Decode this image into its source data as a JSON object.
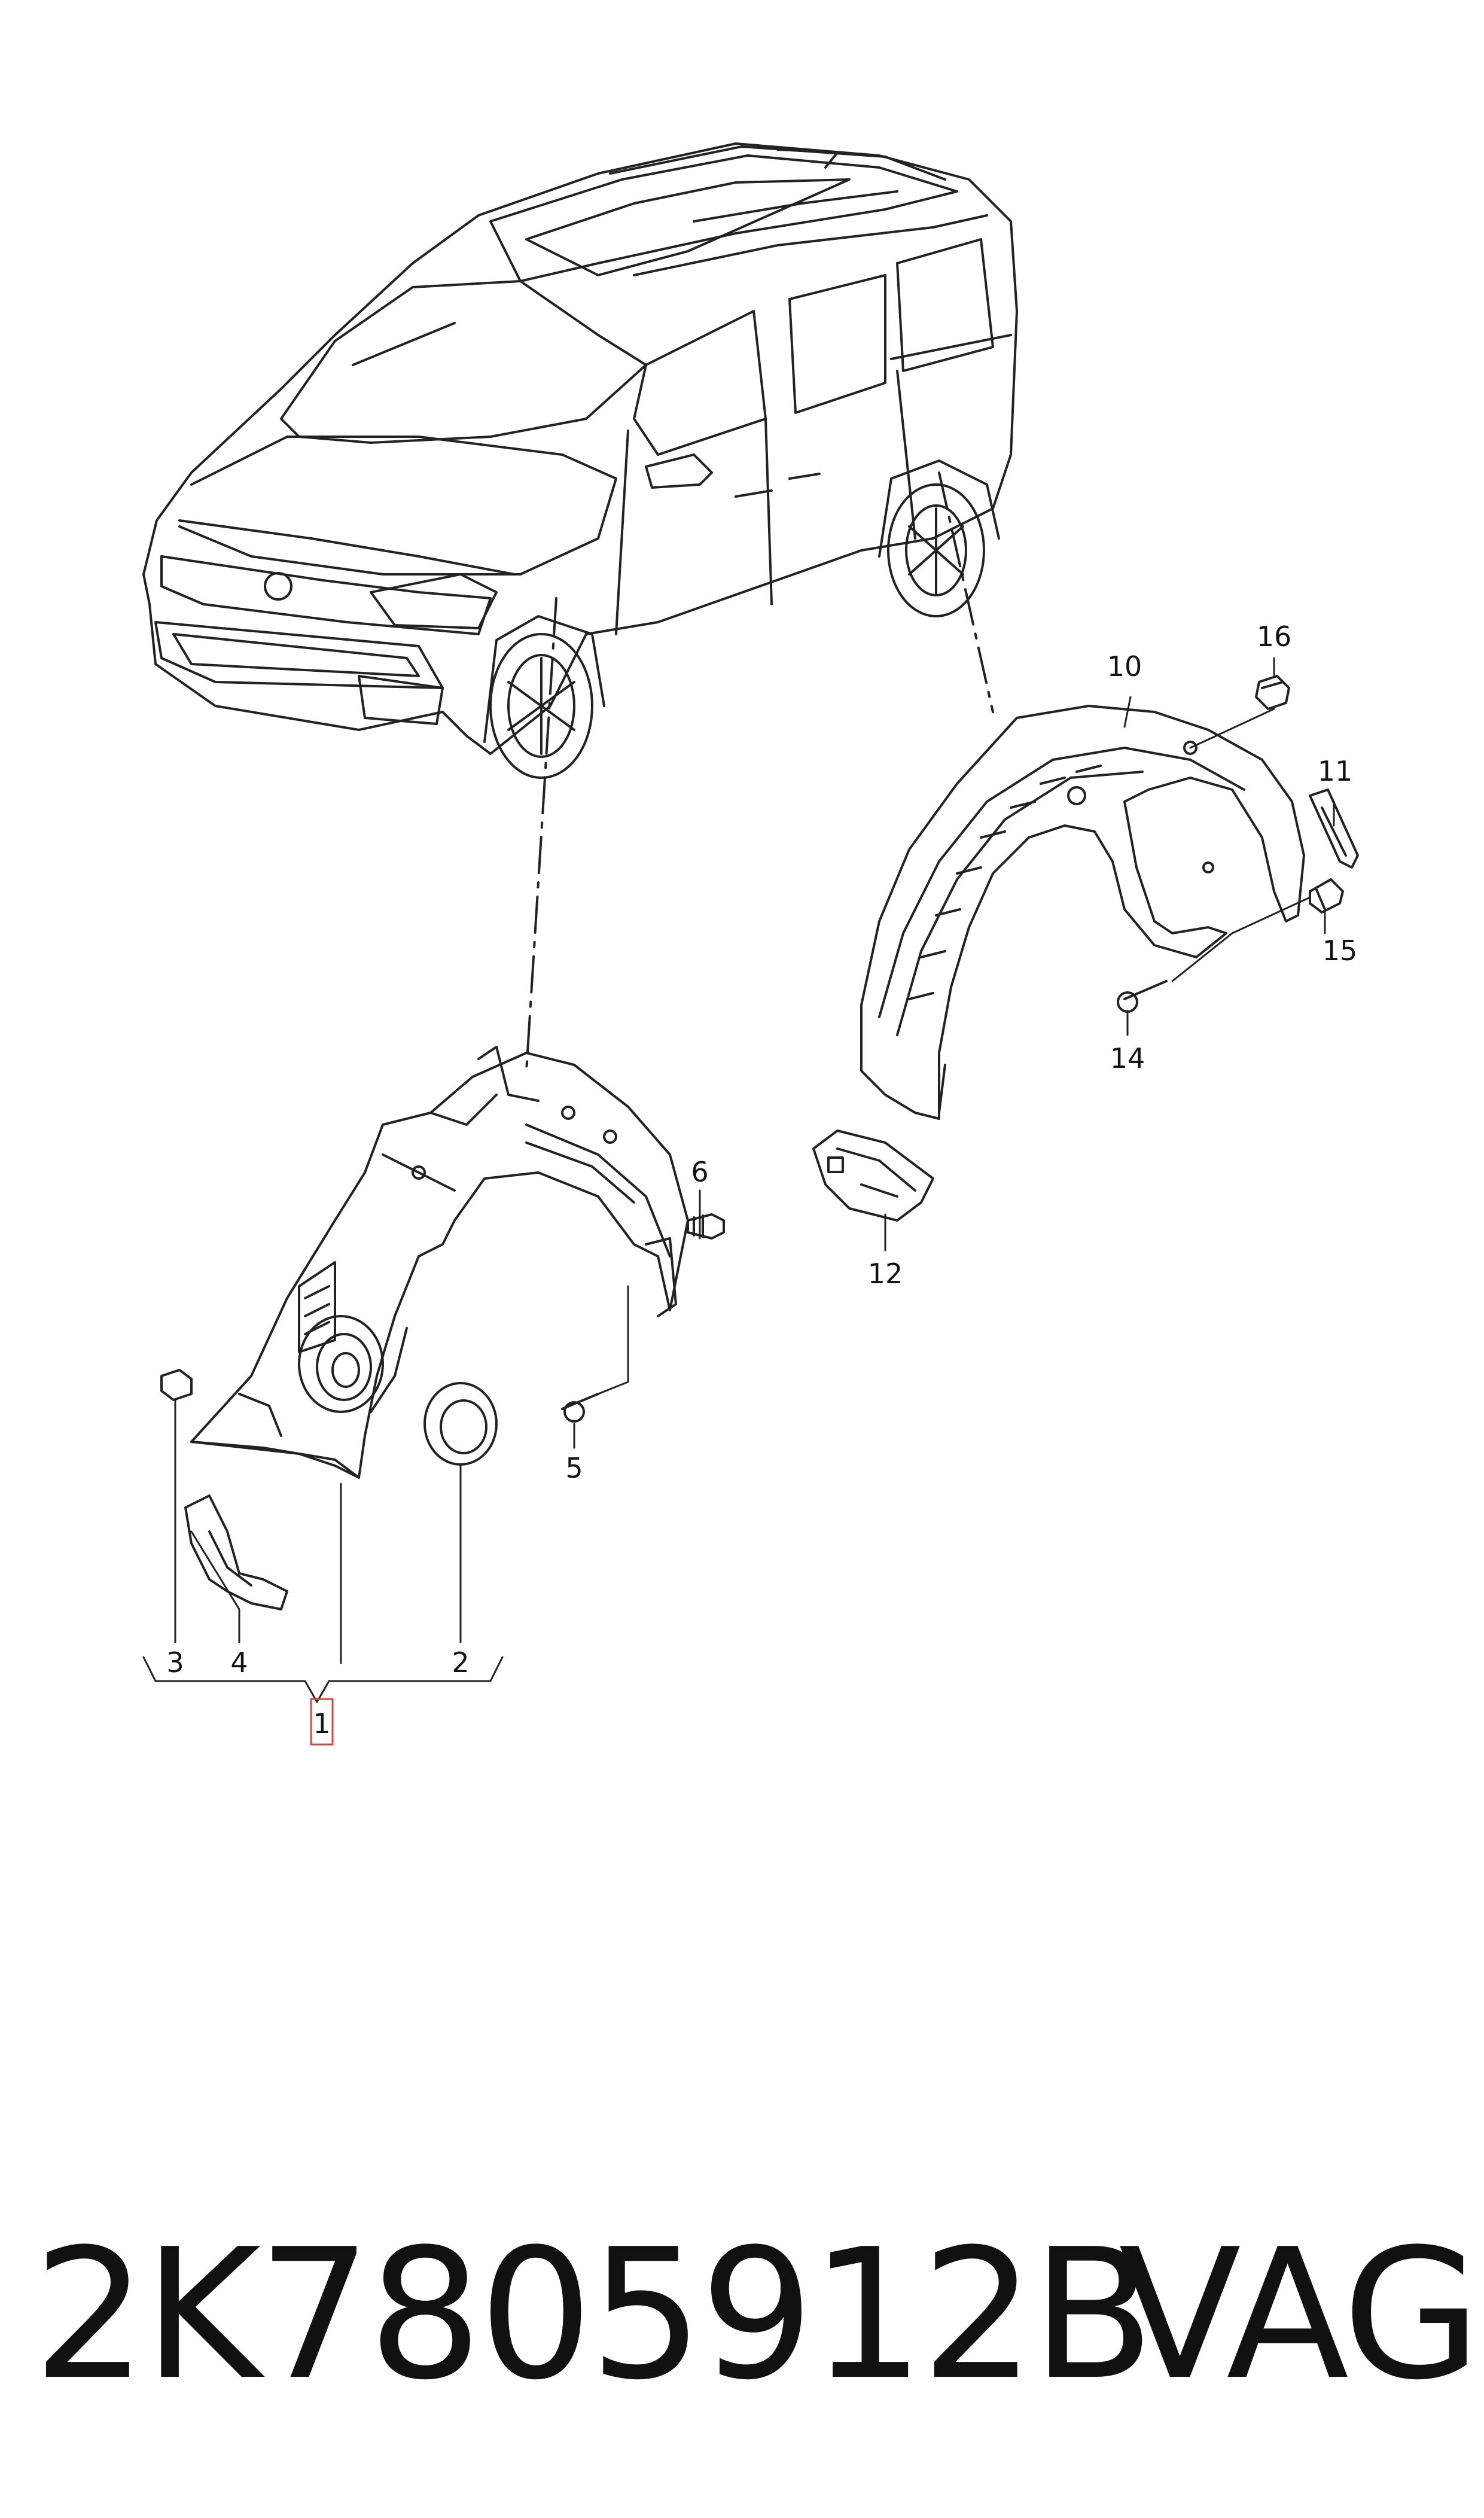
{
  "callouts": {
    "c1": "1",
    "c2": "2",
    "c3": "3",
    "c4": "4",
    "c5": "5",
    "c6": "6",
    "c10": "10",
    "c11": "11",
    "c12": "12",
    "c14": "14",
    "c15": "15",
    "c16": "16"
  },
  "footer": {
    "part_number": "2K7805912B",
    "brand": "VAG"
  },
  "colors": {
    "line": "#222222",
    "highlight": "#e04040"
  }
}
